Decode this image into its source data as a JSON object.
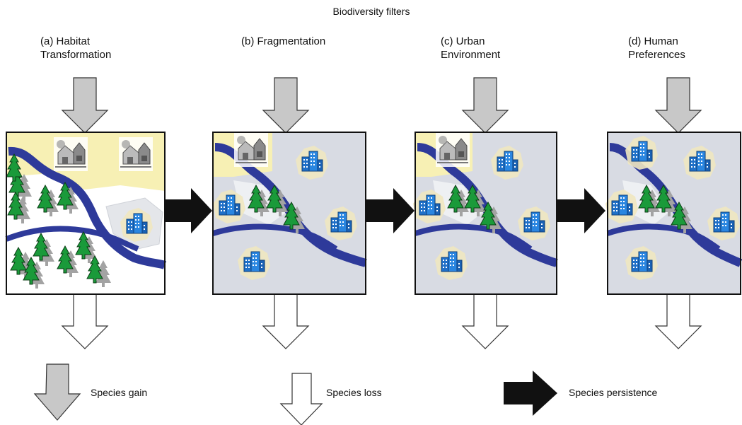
{
  "title": "Biodiversity filters",
  "filters": [
    {
      "label_line1": "(a) Habitat",
      "label_line2": "Transformation"
    },
    {
      "label_line1": "(b) Fragmentation",
      "label_line2": ""
    },
    {
      "label_line1": "(c) Urban",
      "label_line2": "Environment"
    },
    {
      "label_line1": "(d) Human",
      "label_line2": "Preferences"
    }
  ],
  "legend": {
    "gain": "Species gain",
    "loss": "Species loss",
    "persistence": "Species persistence"
  },
  "colors": {
    "river": "#2e3a9a",
    "pale_yellow": "#f7f0b4",
    "urban_gray": "#d8dbe3",
    "tree_green": "#1a9a3a",
    "tree_shadow": "#9a9a9a",
    "building_blue": "#1f70c8",
    "gain_arrow": "#c8c8c8",
    "persistence_arrow": "#111111"
  },
  "icons": [
    "farmhouse-icon",
    "building-icon",
    "pine-tree-icon",
    "river-icon"
  ]
}
